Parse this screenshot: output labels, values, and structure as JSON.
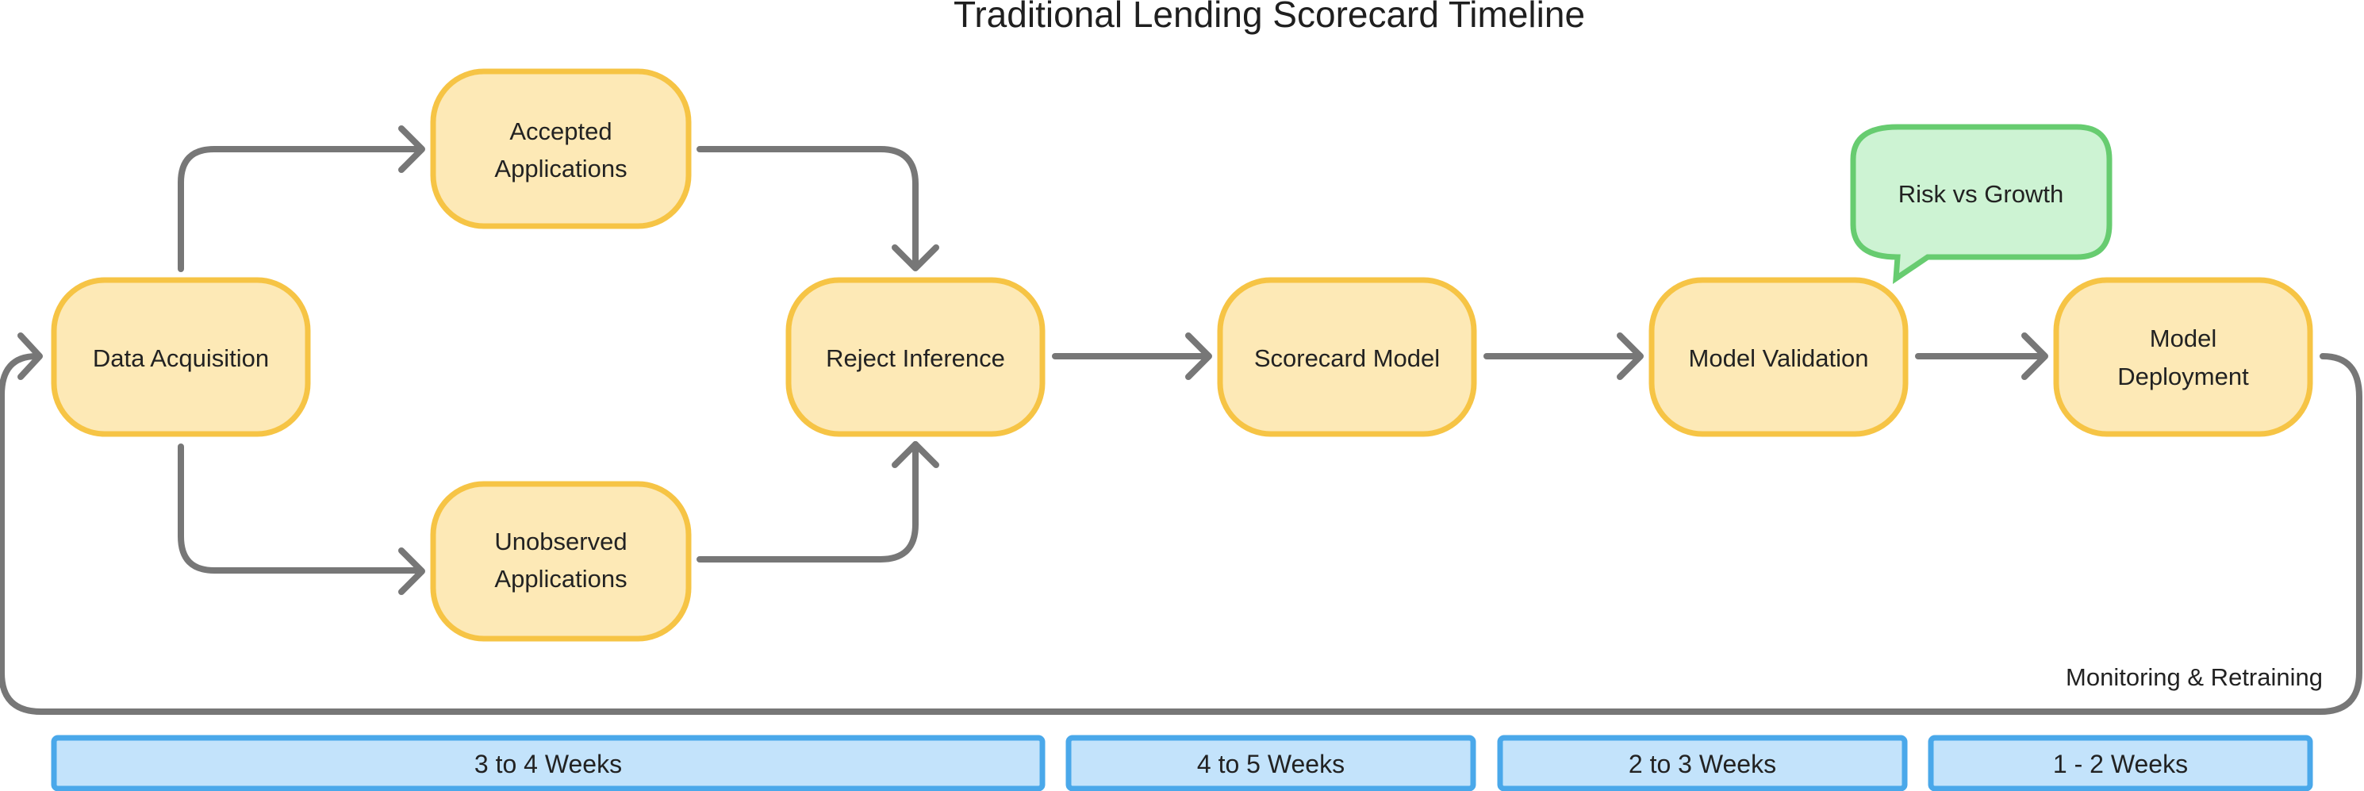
{
  "title": "Traditional Lending Scorecard Timeline",
  "colors": {
    "node_fill": "#fde9b6",
    "node_stroke": "#f6c445",
    "callout_fill": "#cdf3d3",
    "callout_stroke": "#67cc70",
    "bar_fill": "#c3e3fb",
    "bar_stroke": "#4aa8ea",
    "connector": "#777777",
    "text": "#222222"
  },
  "nodes": {
    "data_acquisition": [
      "Data Acquisition"
    ],
    "accepted_applications": [
      "Accepted",
      "Applications"
    ],
    "unobserved_applications": [
      "Unobserved",
      "Applications"
    ],
    "reject_inference": [
      "Reject Inference"
    ],
    "scorecard_model": [
      "Scorecard Model"
    ],
    "model_validation": [
      "Model Validation"
    ],
    "model_deployment": [
      "Model",
      "Deployment"
    ]
  },
  "callout": {
    "label": "Risk vs Growth",
    "icon": "speech-bubble-icon"
  },
  "loop_label": "Monitoring & Retraining",
  "timeline": [
    {
      "label": "3 to 4 Weeks"
    },
    {
      "label": "4 to 5 Weeks"
    },
    {
      "label": "2 to 3 Weeks"
    },
    {
      "label": "1 - 2 Weeks"
    }
  ]
}
